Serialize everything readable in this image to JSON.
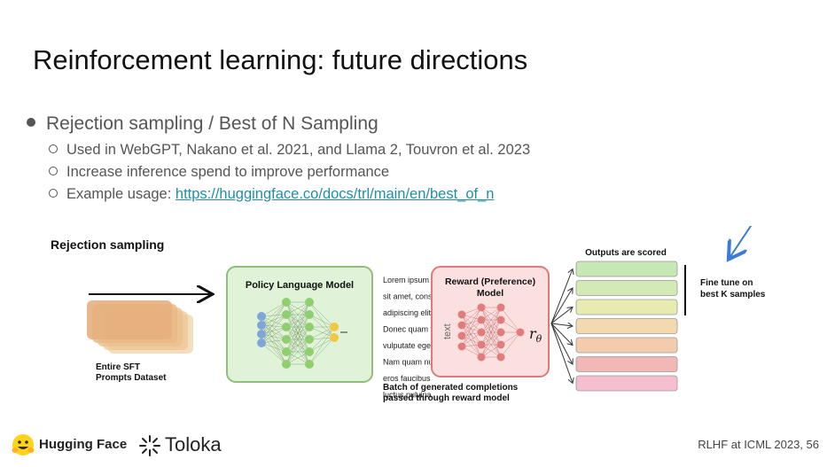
{
  "slide": {
    "title": "Reinforcement learning: future directions",
    "bullet_main": "Rejection sampling / Best of N Sampling",
    "sub_bullets": [
      "Used in WebGPT, Nakano et al. 2021, and Llama 2, Touvron et al. 2023",
      "Increase inference spend to improve performance"
    ],
    "example_prefix": "Example usage: ",
    "example_link": "https://huggingface.co/docs/trl/main/en/best_of_n"
  },
  "diagram": {
    "title": "Rejection sampling",
    "dataset_label_1": "Entire SFT",
    "dataset_label_2": "Prompts Dataset",
    "policy_label": "Policy Language Model",
    "lorem_lines": [
      "Lorem ipsum",
      "sit amet, cons",
      "adipiscing elit",
      "Donec quam t",
      "vulputate ege",
      "Nam quam nu",
      "eros faucibus",
      "luctus pulvina"
    ],
    "reward_label_1": "Reward (Preference)",
    "reward_label_2": "Model",
    "reward_input_label": "text",
    "reward_output_label": "r",
    "reward_output_sub": "θ",
    "batch_caption_1": "Batch of generated completions",
    "batch_caption_2": "passed through reward model",
    "scored_title": "Outputs are scored",
    "finetune_1": "Fine tune on",
    "finetune_2": "best K samples",
    "score_bar_colors": [
      "#c7e8b4",
      "#d3eab4",
      "#e8ebb0",
      "#f2d9b0",
      "#f3ccae",
      "#f2b8b5",
      "#f5bfd0"
    ],
    "colors": {
      "policy_fill": "#e0f2d7",
      "policy_stroke": "#8fbf7a",
      "reward_fill": "#fbe0e0",
      "reward_stroke": "#e07a7a",
      "arrow_blue": "#3b7bd4"
    }
  },
  "footer": {
    "brand_1": "Hugging Face",
    "brand_2": "Toloka",
    "slide_info": "RLHF at ICML 2023, 56"
  }
}
